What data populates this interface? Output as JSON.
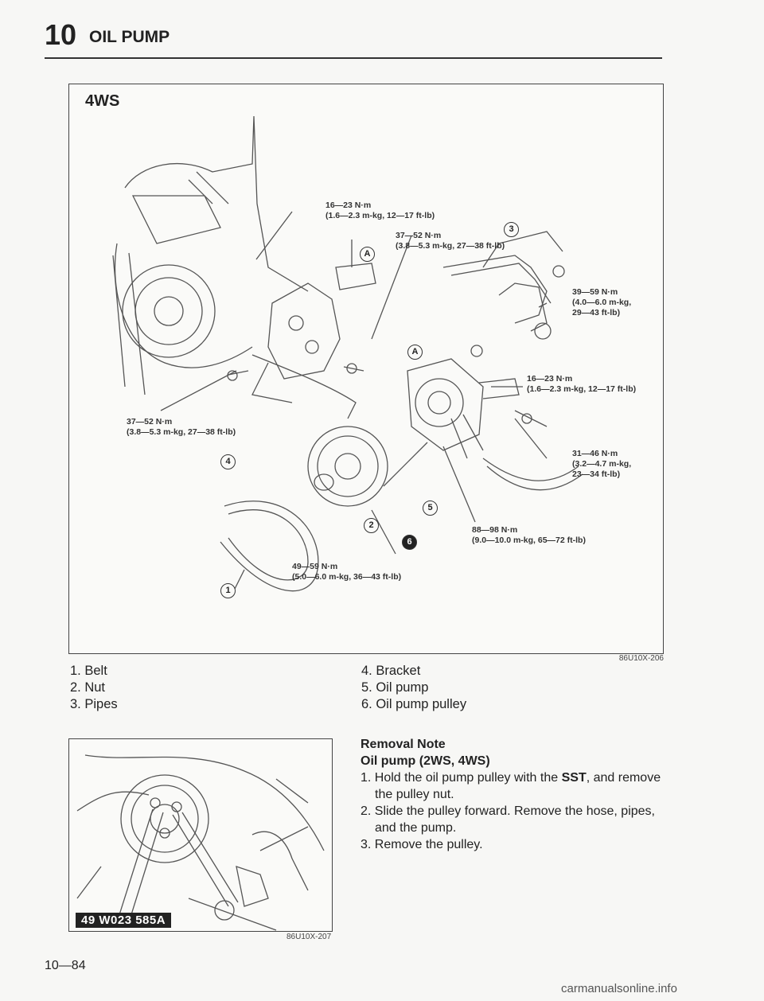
{
  "header": {
    "section_number": "10",
    "section_title": "OIL PUMP"
  },
  "figure1": {
    "label": "4WS",
    "code": "86U10X-206",
    "torques": {
      "t_top": [
        "16—23 N·m",
        "(1.6—2.3 m-kg, 12—17 ft-lb)"
      ],
      "t_mid": [
        "37—52 N·m",
        "(3.8—5.3 m-kg, 27—38 ft-lb)"
      ],
      "t_right1": [
        "39—59 N·m",
        "(4.0—6.0 m-kg,",
        "29—43 ft-lb)"
      ],
      "t_right2": [
        "16—23 N·m",
        "(1.6—2.3 m-kg, 12—17 ft-lb)"
      ],
      "t_left": [
        "37—52 N·m",
        "(3.8—5.3 m-kg, 27—38 ft-lb)"
      ],
      "t_right3": [
        "31—46 N·m",
        "(3.2—4.7 m-kg,",
        "23—34 ft-lb)"
      ],
      "t_bottom_r": [
        "88—98 N·m",
        "(9.0—10.0 m-kg, 65—72 ft-lb)"
      ],
      "t_bottom": [
        "49—59 N·m",
        "(5.0—6.0 m-kg, 36—43 ft-lb)"
      ]
    },
    "callouts": {
      "c1": "1",
      "c2": "2",
      "c3": "3",
      "c4": "4",
      "c5": "5",
      "c6": "6",
      "cA1": "A",
      "cA2": "A"
    }
  },
  "legend": {
    "left": [
      "1. Belt",
      "2. Nut",
      "3. Pipes"
    ],
    "right": [
      "4. Bracket",
      "5. Oil pump",
      "6. Oil pump pulley"
    ]
  },
  "figure2": {
    "tool_tag": "49 W023 585A",
    "code": "86U10X-207"
  },
  "removal_note": {
    "heading": "Removal Note",
    "subheading": "Oil pump (2WS, 4WS)",
    "step1_a": "1. Hold the oil pump pulley with the ",
    "step1_b": "SST",
    "step1_c": ", and remove the pulley nut.",
    "step2": "2. Slide the pulley forward. Remove the hose, pipes, and the pump.",
    "step3": "3. Remove the pulley."
  },
  "page_number": "10—84",
  "watermark": "carmanualsonline.info"
}
